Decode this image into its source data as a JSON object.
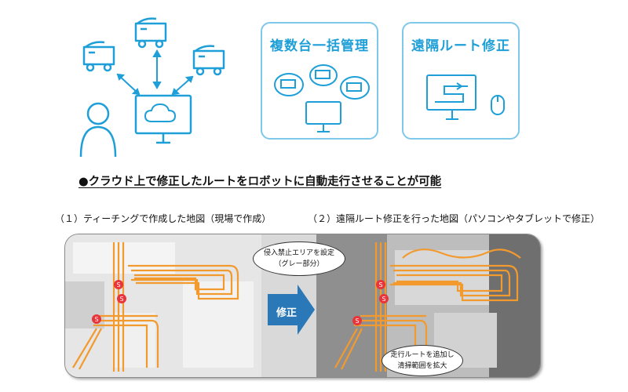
{
  "features": [
    {
      "title": "複数台一括管理",
      "icons": [
        "robot-bubble-icon",
        "robot-bubble-icon",
        "robot-bubble-icon",
        "monitor-icon"
      ]
    },
    {
      "title": "遠隔ルート修正",
      "icons": [
        "monitor-route-icon",
        "mouse-icon"
      ]
    }
  ],
  "heading": "●クラウド上で修正したルートをロボットに自動走行させることが可能",
  "captions": {
    "left": "（１）ティーチングで作成した地図（現場で作成）",
    "right": "（２）遠隔ルート修正を行った地図（パソコンやタブレットで修正）"
  },
  "arrow_label": "修正",
  "callouts": {
    "top": [
      "侵入禁止エリアを設定",
      "（グレー部分）"
    ],
    "bottom": [
      "走行ルートを追加し",
      "清掃範囲を拡大"
    ]
  },
  "markers": [
    "S",
    "S",
    "S",
    "S",
    "S",
    "S"
  ],
  "colors": {
    "accent": "#1e9fd8",
    "route": "#f29a2e",
    "arrow": "#2b78b8",
    "marker": "#e8343a"
  }
}
